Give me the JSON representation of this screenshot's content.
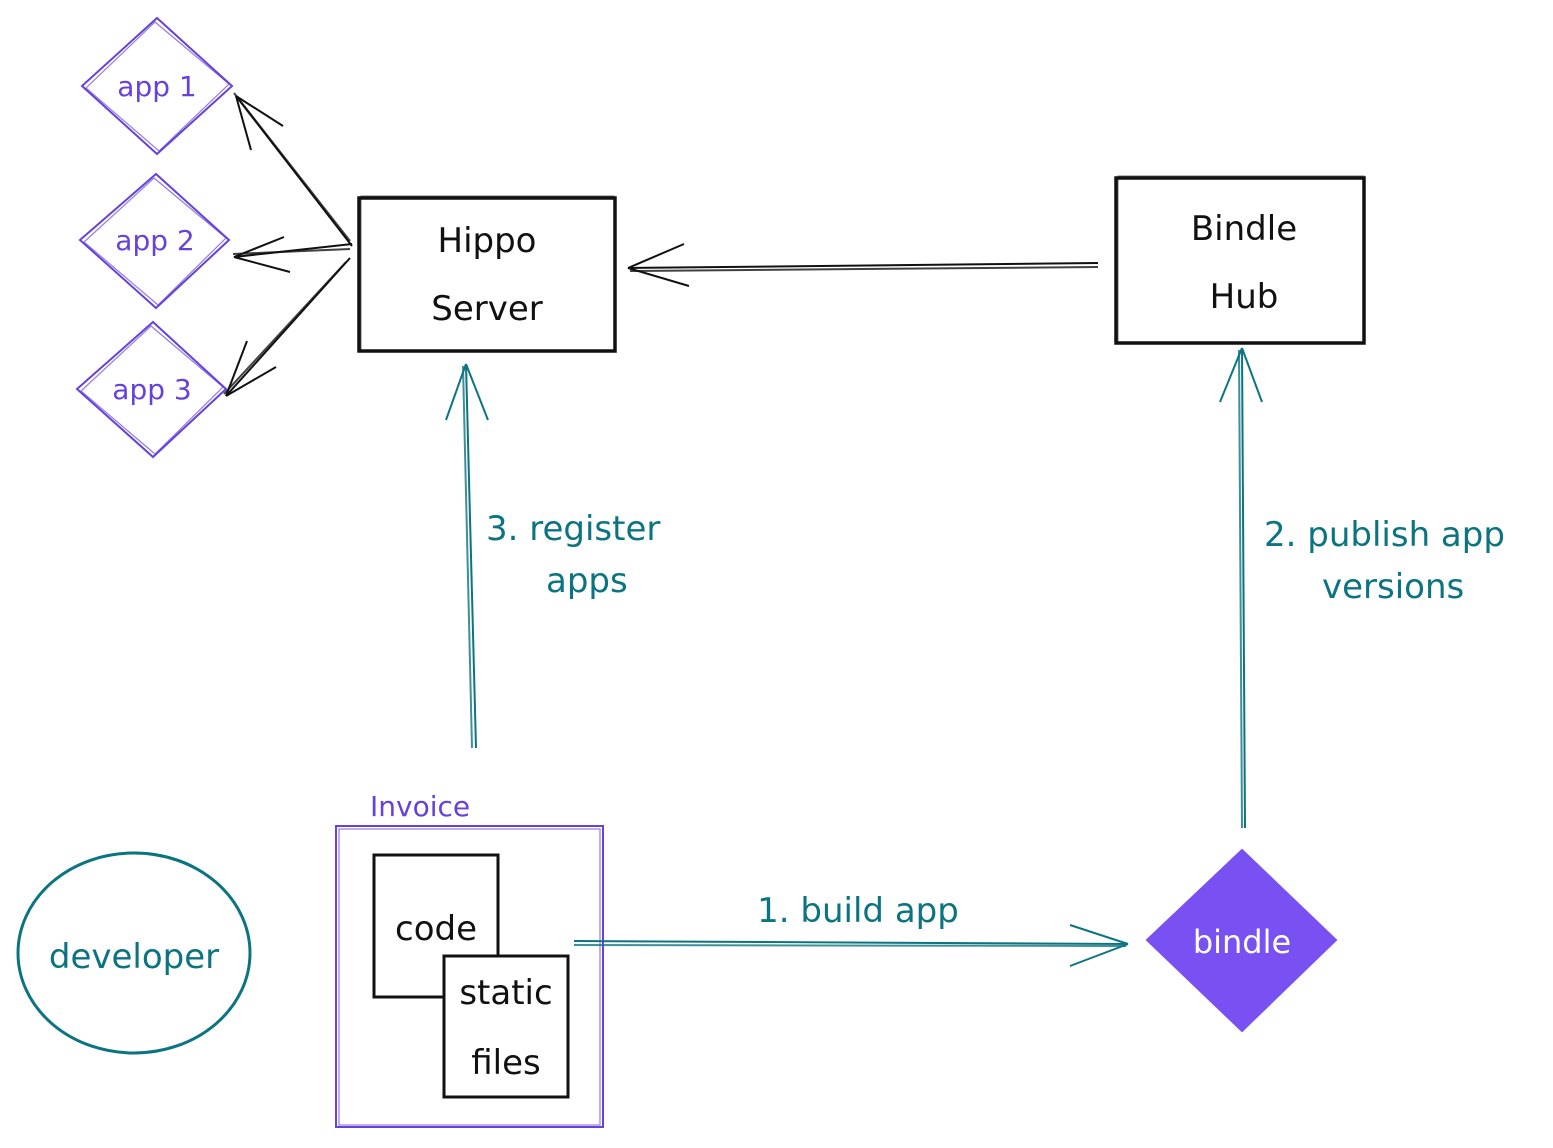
{
  "nodes": {
    "hippo_server": {
      "line1": "Hippo",
      "line2": "Server"
    },
    "bindle_hub": {
      "line1": "Bindle",
      "line2": "Hub"
    },
    "app1": {
      "label": "app 1"
    },
    "app2": {
      "label": "app 2"
    },
    "app3": {
      "label": "app 3"
    },
    "invoice": {
      "title": "Invoice"
    },
    "code": {
      "label": "code"
    },
    "static_files": {
      "line1": "static",
      "line2": "files"
    },
    "developer": {
      "label": "developer"
    },
    "bindle": {
      "label": "bindle"
    }
  },
  "edges": {
    "build": {
      "label": "1. build app"
    },
    "publish": {
      "line1": "2. publish app",
      "line2": "versions"
    },
    "register": {
      "line1": "3. register",
      "line2": "apps"
    }
  },
  "colors": {
    "ink": "#111111",
    "teal": "#0c7480",
    "purple": "#6741d9",
    "bindle_fill": "#7950f2",
    "background": "#ffffff"
  }
}
